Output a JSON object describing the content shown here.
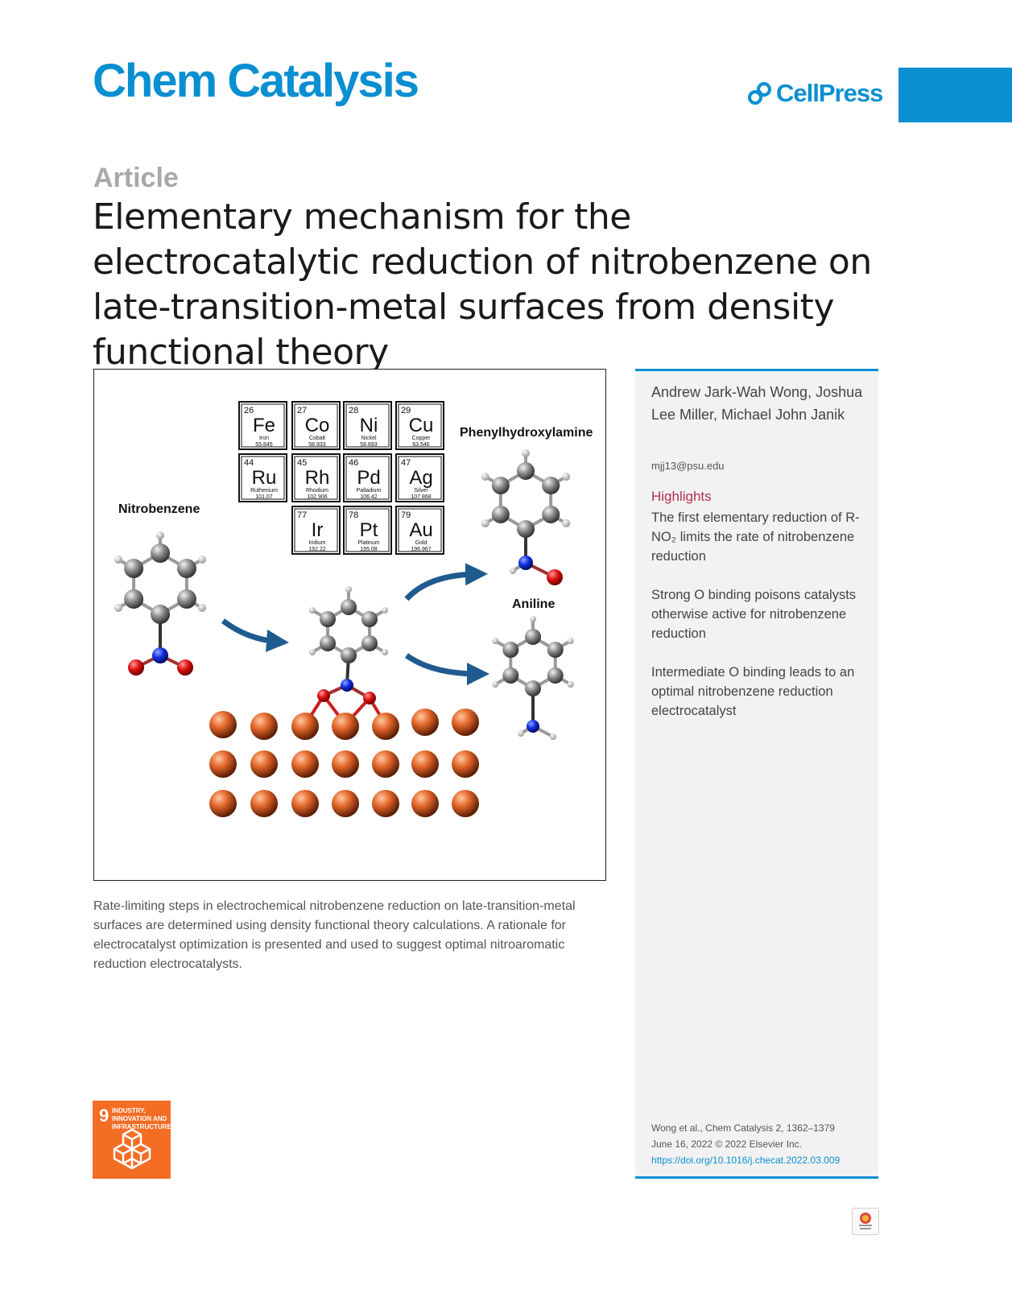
{
  "header": {
    "journal": "Chem Catalysis",
    "publisher": "CellPress",
    "brand_color": "#0a8fd1"
  },
  "article": {
    "type": "Article",
    "title": "Elementary mechanism for the electrocatalytic reduction of nitrobenzene on late-transition-metal surfaces from density functional theory"
  },
  "figure": {
    "labels": {
      "reactant": "Nitrobenzene",
      "product1": "Phenylhydroxylamine",
      "product2": "Aniline"
    },
    "elements": [
      {
        "num": "26",
        "sym": "Fe",
        "name": "Iron",
        "mass": "55.845"
      },
      {
        "num": "27",
        "sym": "Co",
        "name": "Cobalt",
        "mass": "58.933"
      },
      {
        "num": "28",
        "sym": "Ni",
        "name": "Nickel",
        "mass": "58.693"
      },
      {
        "num": "29",
        "sym": "Cu",
        "name": "Copper",
        "mass": "63.546"
      },
      {
        "num": "44",
        "sym": "Ru",
        "name": "Ruthenium",
        "mass": "101.07"
      },
      {
        "num": "45",
        "sym": "Rh",
        "name": "Rhodium",
        "mass": "102.906"
      },
      {
        "num": "46",
        "sym": "Pd",
        "name": "Palladium",
        "mass": "106.42"
      },
      {
        "num": "47",
        "sym": "Ag",
        "name": "Silver",
        "mass": "107.868"
      },
      {
        "num": "77",
        "sym": "Ir",
        "name": "Iridium",
        "mass": "192.22"
      },
      {
        "num": "78",
        "sym": "Pt",
        "name": "Platinum",
        "mass": "195.08"
      },
      {
        "num": "79",
        "sym": "Au",
        "name": "Gold",
        "mass": "196.967"
      }
    ]
  },
  "caption": "Rate-limiting steps in electrochemical nitrobenzene reduction on late-transition-metal surfaces are determined using density functional theory calculations. A rationale for electrocatalyst optimization is presented and used to suggest optimal nitroaromatic reduction electrocatalysts.",
  "sidebar": {
    "authors": "Andrew Jark-Wah Wong, Joshua Lee Miller, Michael John Janik",
    "email": "mjj13@psu.edu",
    "highlights_heading": "Highlights",
    "highlights": [
      "The first elementary reduction of R-NO₂ limits the rate of nitrobenzene reduction",
      "Strong O binding poisons catalysts otherwise active for nitrobenzene reduction",
      "Intermediate O binding leads to an optimal nitrobenzene reduction electrocatalyst"
    ],
    "citation_line1": "Wong et al., Chem Catalysis 2, 1362–1379",
    "citation_line2": "June 16, 2022 © 2022 Elsevier Inc.",
    "doi": "https://doi.org/10.1016/j.checat.2022.03.009"
  },
  "sdg": {
    "number": "9",
    "text": "INDUSTRY, INNOVATION AND INFRASTRUCTURE"
  },
  "check_updates": "Check for updates"
}
